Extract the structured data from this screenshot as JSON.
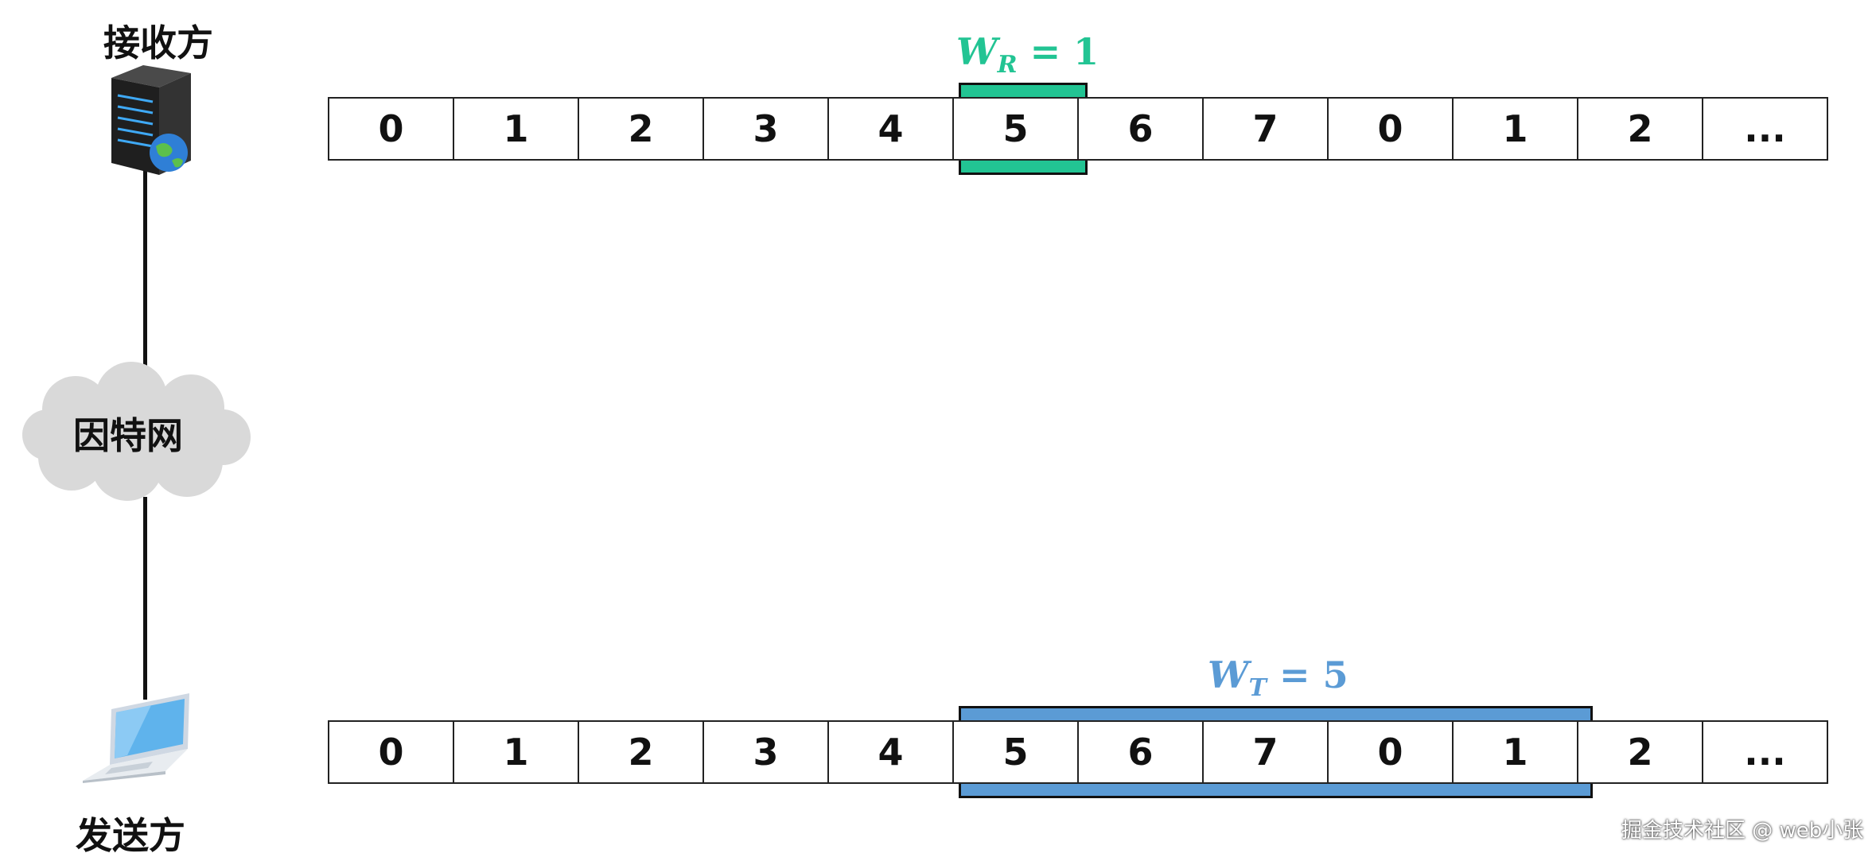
{
  "receiver_label": "接收方",
  "network_label": "因特网",
  "sender_label": "发送方",
  "receiver_window": {
    "symbol": "W",
    "subscript": "R",
    "rest": "= 1",
    "size": 1,
    "start_index": 5,
    "color": "#22c493"
  },
  "sender_window": {
    "symbol": "W",
    "subscript": "T",
    "rest": "= 5",
    "size": 5,
    "start_index": 5,
    "color": "#5b9bd5"
  },
  "receiver_sequence": [
    "0",
    "1",
    "2",
    "3",
    "4",
    "5",
    "6",
    "7",
    "0",
    "1",
    "2",
    "..."
  ],
  "sender_sequence": [
    "0",
    "1",
    "2",
    "3",
    "4",
    "5",
    "6",
    "7",
    "0",
    "1",
    "2",
    "..."
  ],
  "watermark": "掘金技术社区 @ web小张"
}
